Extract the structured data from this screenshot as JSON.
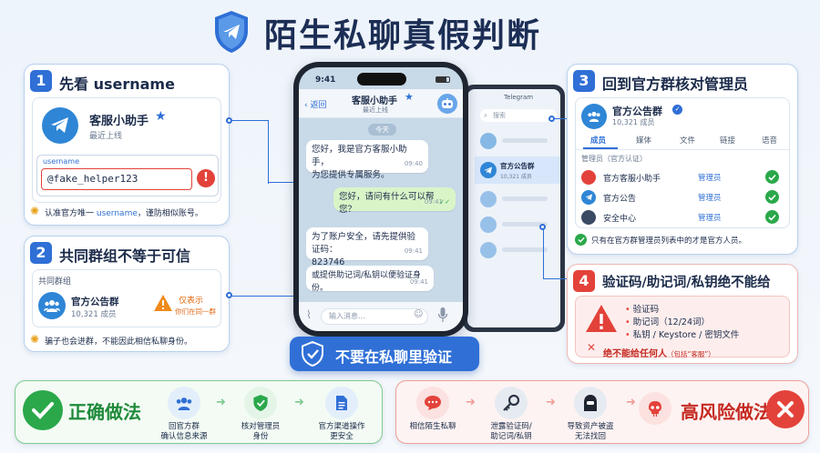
{
  "title": "陌生私聊真假判断",
  "sec1": {
    "num": "1",
    "title": "先看 username",
    "profile_name": "客服小助手",
    "profile_status": "最近上线",
    "field_label": "username",
    "field_value": "@fake_helper123",
    "tip_prefix": "认准官方唯一 ",
    "tip_highlight": "username",
    "tip_suffix": "，谨防相似账号。"
  },
  "sec2": {
    "num": "2",
    "title": "共同群组不等于可信",
    "box_label": "共同群组",
    "group_name": "官方公告群",
    "group_members": "10,321 成员",
    "warn_line1": "仅表示",
    "warn_line2": "你们在同一群",
    "tip": "骗子也会进群，不能因此相信私聊身份。"
  },
  "phone": {
    "time": "9:41",
    "back": "返回",
    "contact": "客服小助手",
    "contact_status": "最近上线",
    "date_chip": "今天",
    "messages": [
      {
        "side": "in",
        "text": "您好，我是官方客服小助手，\n为您提供专属服务。",
        "time": "09:40"
      },
      {
        "side": "out",
        "text": "您好，请问有什么可以帮您？",
        "time": "09:41"
      },
      {
        "side": "in",
        "text": "为了账户安全，请先提供验证码：\n823746",
        "time": "09:41"
      },
      {
        "side": "in",
        "text": "或提供助记词/私钥以便验证身份。",
        "time": "09:41"
      }
    ],
    "input_placeholder": "输入消息..."
  },
  "tablet": {
    "app_title": "Telegram",
    "search": "搜索",
    "selected_name": "官方公告群",
    "selected_members": "10,321 成员"
  },
  "banner": "不要在私聊里验证",
  "sec3": {
    "num": "3",
    "title": "回到官方群核对管理员",
    "group_name": "官方公告群",
    "group_members": "10,321 成员",
    "tabs": [
      "成员",
      "媒体",
      "文件",
      "链接",
      "语音"
    ],
    "section_label": "管理员（官方认证）",
    "admins": [
      {
        "name": "官方客服小助手",
        "role": "管理员"
      },
      {
        "name": "官方公告",
        "role": "管理员"
      },
      {
        "name": "安全中心",
        "role": "管理员"
      }
    ],
    "tip": "只有在官方群管理员列表中的才是官方人员。"
  },
  "sec4": {
    "num": "4",
    "title": "验证码/助记词/私钥绝不能给",
    "items": [
      "验证码",
      "助记词（12/24词）",
      "私钥 / Keystore / 密钥文件"
    ],
    "never_main": "绝不能给任何人",
    "never_sub": "（包括“客服”）"
  },
  "bottom_left": {
    "title": "正确做法",
    "steps": [
      {
        "line1": "回官方群",
        "line2": "确认信息来源"
      },
      {
        "line1": "核对管理员",
        "line2": "身份"
      },
      {
        "line1": "官方渠道操作",
        "line2": "更安全"
      }
    ]
  },
  "bottom_right": {
    "title": "高风险做法",
    "steps": [
      {
        "line1": "相信陌生私聊",
        "line2": ""
      },
      {
        "line1": "泄露验证码/",
        "line2": "助记词/私钥"
      },
      {
        "line1": "导致资产被盗",
        "line2": "无法找回"
      }
    ]
  },
  "colors": {
    "primary": "#2f6fd6",
    "danger": "#e3423a",
    "success": "#2aa84a",
    "warning": "#f08a1c"
  }
}
